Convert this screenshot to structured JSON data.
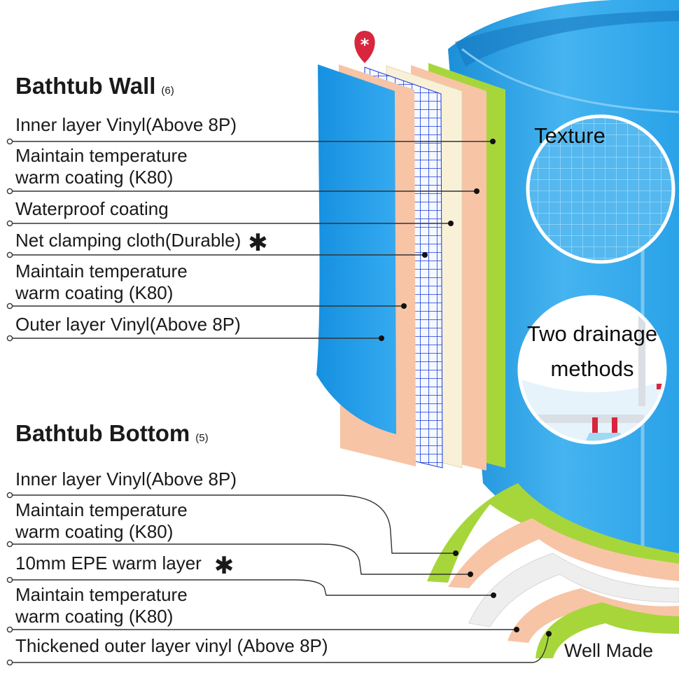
{
  "wall": {
    "title": "Bathtub Wall",
    "count": "(6)",
    "layers": [
      "Inner layer Vinyl(Above 8P)",
      "Maintain temperature\nwarm coating (K80)",
      "Waterproof coating",
      "Net clamping cloth(Durable)",
      "Maintain temperature\nwarm coating (K80)",
      "Outer layer Vinyl(Above 8P)"
    ],
    "star": "✱"
  },
  "bottom": {
    "title": "Bathtub Bottom",
    "count": "(5)",
    "layers": [
      "Inner layer Vinyl(Above 8P)",
      "Maintain temperature\nwarm coating (K80)",
      "10mm EPE warm layer",
      "Maintain temperature\nwarm coating (K80)",
      "Thickened outer layer vinyl (Above 8P)"
    ],
    "star": "✱"
  },
  "callouts": {
    "texture": "Texture",
    "drainage": "Two drainage\nmethods",
    "well_made": "Well Made"
  },
  "colors": {
    "vinyl_blue": "#1e9be6",
    "coating_peach": "#f7c4a6",
    "waterproof_cream": "#f8f1d8",
    "net_blue": "#1d3bd8",
    "inner_green": "#a6d63a",
    "leader": "#333333",
    "marker_red": "#d7263d"
  }
}
